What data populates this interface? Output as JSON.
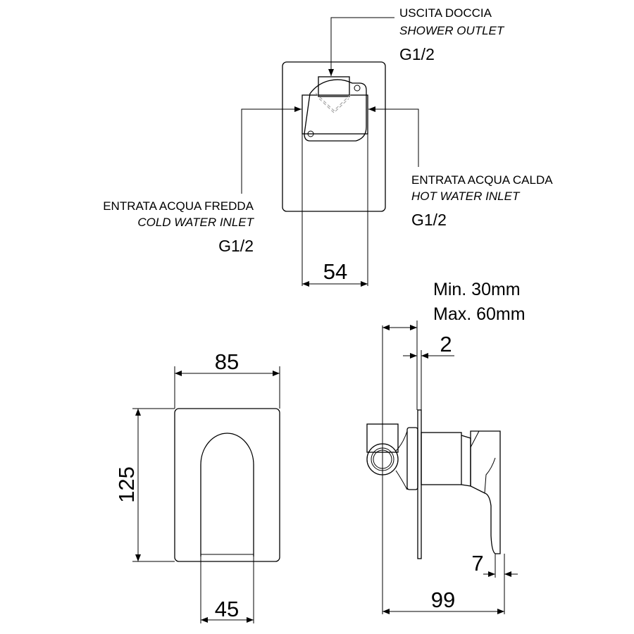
{
  "outlet": {
    "label_it": "USCITA DOCCIA",
    "label_en": "SHOWER OUTLET",
    "thread": "G1/2"
  },
  "cold_inlet": {
    "label_it": "ENTRATA ACQUA FREDDA",
    "label_en": "COLD WATER INLET",
    "thread": "G1/2"
  },
  "hot_inlet": {
    "label_it": "ENTRATA ACQUA CALDA",
    "label_en": "HOT WATER INLET",
    "thread": "G1/2"
  },
  "dimensions": {
    "body_width": "54",
    "plate_width": "85",
    "plate_height": "125",
    "spout_width": "45",
    "wall_min": "Min. 30mm",
    "wall_max": "Max. 60mm",
    "plate_thickness": "2",
    "lever_offset": "7",
    "depth": "99"
  }
}
